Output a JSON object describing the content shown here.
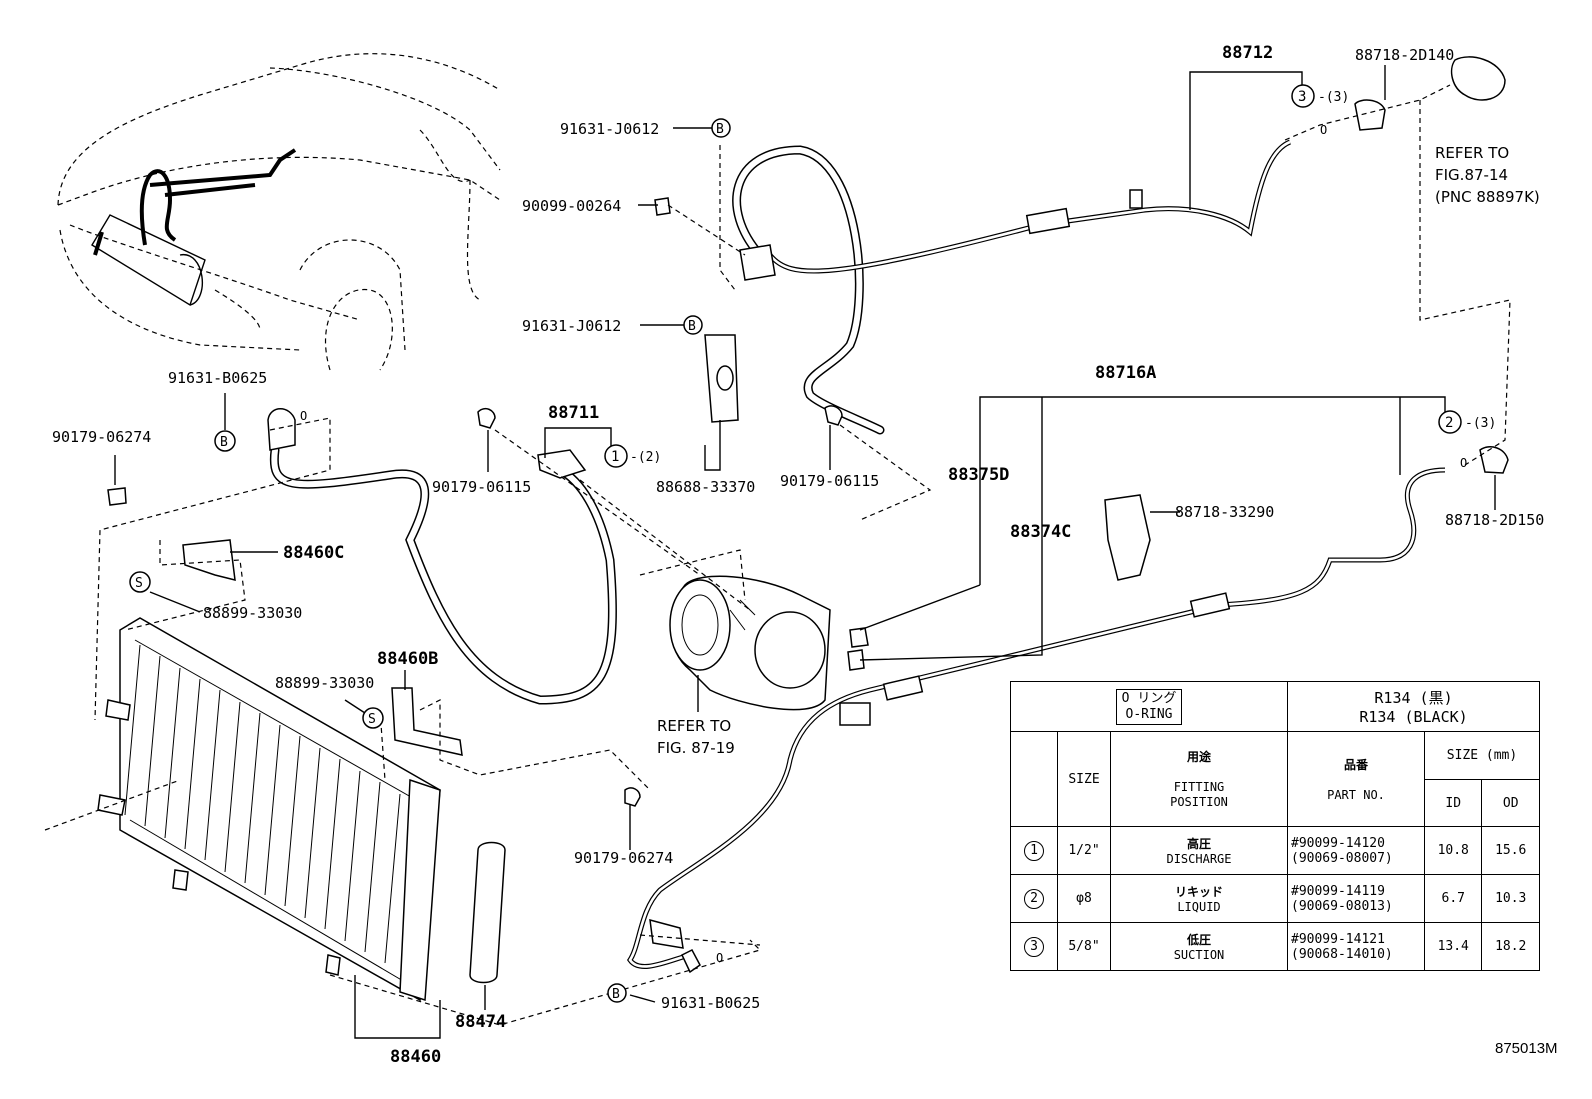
{
  "labels": {
    "p88712": "88712",
    "p88718_2d140": "88718-2D140",
    "p91631_j0612_top": "91631-J0612",
    "p90099_00264": "90099-00264",
    "p91631_j0612_mid": "91631-J0612",
    "p91631_b0625_left": "91631-B0625",
    "p90179_06274_left": "90179-06274",
    "p88711": "88711",
    "p90179_06115_a": "90179-06115",
    "p88688_33370": "88688-33370",
    "p90179_06115_b": "90179-06115",
    "p88716a": "88716A",
    "p88375d": "88375D",
    "p88374c": "88374C",
    "p88718_33290": "88718-33290",
    "p88718_2d150": "88718-2D150",
    "p88460c": "88460C",
    "p88899_33030_a": "88899-33030",
    "p88460b": "88460B",
    "p88899_33030_b": "88899-33030",
    "p90179_06274_right": "90179-06274",
    "p91631_b0625_bottom": "91631-B0625",
    "p88474": "88474",
    "p88460": "88460",
    "qty3": "-(3)",
    "qty2": "-(2)",
    "qty3b": "-(3)"
  },
  "callouts": {
    "b": "B",
    "s": "S",
    "c1": "1",
    "c2": "2",
    "c3": "3",
    "o": "O"
  },
  "refs": {
    "refer_to_a": "REFER TO",
    "fig_87_14": "FIG.87-14",
    "pnc": "(PNC 88897K)",
    "refer_to_b": "REFER TO",
    "fig_87_19": "FIG. 87-19"
  },
  "table": {
    "oring_jp": "O リング",
    "oring": "O-RING",
    "r134_jp": "R134 (黒)",
    "r134": "R134 (BLACK)",
    "size": "SIZE",
    "use_jp": "用途",
    "fitting": "FITTING",
    "position": "POSITION",
    "part_jp": "品番",
    "part_no": "PART NO.",
    "size_mm": "SIZE (mm)",
    "id": "ID",
    "od": "OD",
    "rows": [
      {
        "num": "1",
        "size": "1/2\"",
        "jp": "高圧",
        "pos": "DISCHARGE",
        "part1": "#90099-14120",
        "part2": "(90069-08007)",
        "id": "10.8",
        "od": "15.6"
      },
      {
        "num": "2",
        "size": "φ8",
        "jp": "リキッド",
        "pos": "LIQUID",
        "part1": "#90099-14119",
        "part2": "(90069-08013)",
        "id": "6.7",
        "od": "10.3"
      },
      {
        "num": "3",
        "size": "5/8\"",
        "jp": "低圧",
        "pos": "SUCTION",
        "part1": "#90099-14121",
        "part2": "(90068-14010)",
        "id": "13.4",
        "od": "18.2"
      }
    ]
  },
  "figure_code": "875013M"
}
